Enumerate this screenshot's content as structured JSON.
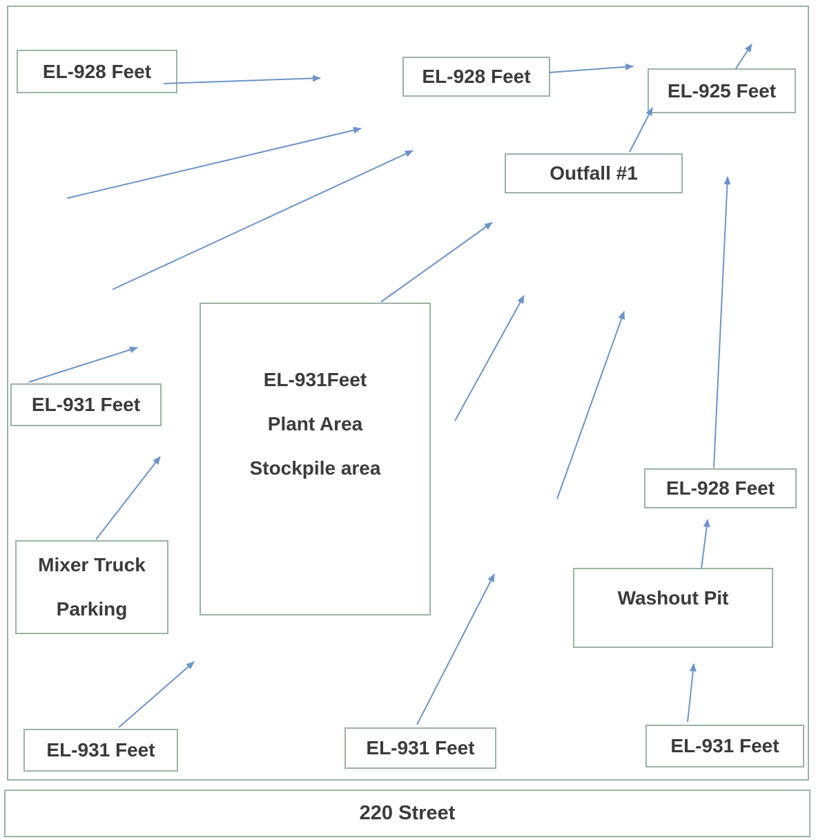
{
  "street_label": "220 Street",
  "labels": {
    "el_928_top_left": "EL-928 Feet",
    "el_928_top_center": "EL-928 Feet",
    "el_925": "EL-925 Feet",
    "outfall": "Outfall #1",
    "el_931_left": "EL-931 Feet",
    "plant_elevation": "EL-931Feet",
    "plant_area": "Plant Area",
    "stockpile_area": "Stockpile area",
    "mixer_line1": "Mixer Truck",
    "mixer_line2": "Parking",
    "el_928_right": "EL-928 Feet",
    "washout_pit": "Washout Pit",
    "el_931_bottom_left": "EL-931 Feet",
    "el_931_bottom_center": "EL-931 Feet",
    "el_931_bottom_right": "EL-931 Feet"
  },
  "colors": {
    "border": "#9bb3a4",
    "arrow": "#6d93c9",
    "text": "#3b3b3b"
  }
}
